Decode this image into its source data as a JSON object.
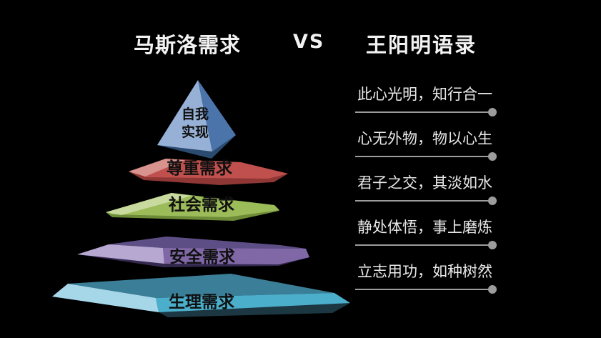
{
  "background": "#000000",
  "title": {
    "left": "马斯洛需求",
    "vs": "VS",
    "right": "王阳明语录"
  },
  "pyramid": {
    "levels": [
      {
        "id": "self-actualization",
        "label": "自我实现",
        "label_line1": "自我",
        "label_line2": "实现",
        "colors": {
          "light": "#97B1D6",
          "main": "#4B74AB",
          "dark": "#2B4A70"
        }
      },
      {
        "id": "esteem",
        "label": "尊重需求",
        "colors": {
          "light": "#D8938F",
          "main": "#BF504D",
          "dark": "#8E3734"
        }
      },
      {
        "id": "social",
        "label": "社会需求",
        "colors": {
          "light": "#C9DA9E",
          "main": "#9CBB59",
          "dark": "#6E8C38"
        }
      },
      {
        "id": "safety",
        "label": "安全需求",
        "colors": {
          "light": "#B7A8D2",
          "main": "#8068A6",
          "dark": "#5E4E86",
          "shadow": "#33284E"
        }
      },
      {
        "id": "physiological",
        "label": "生理需求",
        "colors": {
          "light": "#A6D7E9",
          "main": "#4BAECB",
          "dark": "#3A7E97",
          "shadow": "#1C3742"
        }
      }
    ]
  },
  "quotes": {
    "line_color": "#9C9C9C",
    "text_color": "#E9E9E9",
    "items": [
      {
        "text": "此心光明，知行合一"
      },
      {
        "text": "心无外物，物以心生"
      },
      {
        "text": "君子之交，其淡如水"
      },
      {
        "text": "静处体悟，事上磨炼"
      },
      {
        "text": "立志用功，如种树然"
      }
    ]
  },
  "chart_data": {
    "type": "pyramid-comparison",
    "title": "马斯洛需求 VS 王阳明语录",
    "pyramid_levels_top_to_bottom": [
      "自我实现",
      "尊重需求",
      "社会需求",
      "安全需求",
      "生理需求"
    ],
    "matched_quotes_top_to_bottom": [
      "此心光明，知行合一",
      "心无外物，物以心生",
      "君子之交，其淡如水",
      "静处体悟，事上磨炼",
      "立志用功，如种树然"
    ]
  }
}
